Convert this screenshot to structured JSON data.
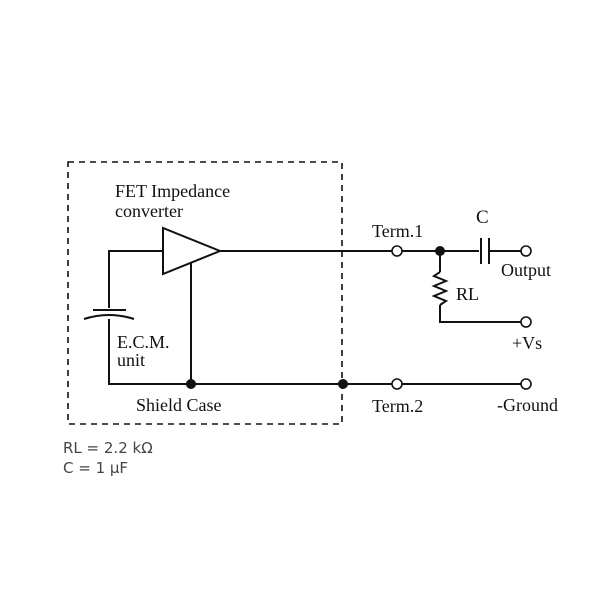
{
  "diagram": {
    "fet_label_line1": "FET Impedance",
    "fet_label_line2": "converter",
    "ecm_label_line1": "E.C.M.",
    "ecm_label_line2": "unit",
    "shield_label": "Shield Case",
    "term1_label": "Term.1",
    "term2_label": "Term.2",
    "capacitor_label": "C",
    "resistor_label": "RL",
    "output_label": "Output",
    "vs_label": "+Vs",
    "ground_label": "-Ground"
  },
  "notes": {
    "rl_value": "RL = 2.2 kΩ",
    "c_value": "C = 1 μF"
  }
}
